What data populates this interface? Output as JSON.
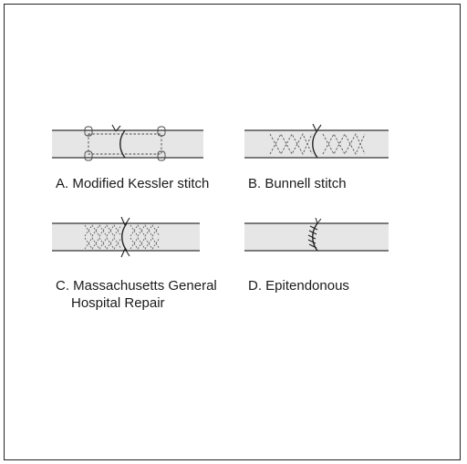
{
  "figure": {
    "panels": [
      {
        "id": "A",
        "caption": "A. Modified Kessler stitch"
      },
      {
        "id": "B",
        "caption": "B. Bunnell stitch"
      },
      {
        "id": "C",
        "caption_line1": "C. Massachusetts General",
        "caption_line2": "Hospital Repair"
      },
      {
        "id": "D",
        "caption": "D. Epitendonous"
      }
    ]
  }
}
